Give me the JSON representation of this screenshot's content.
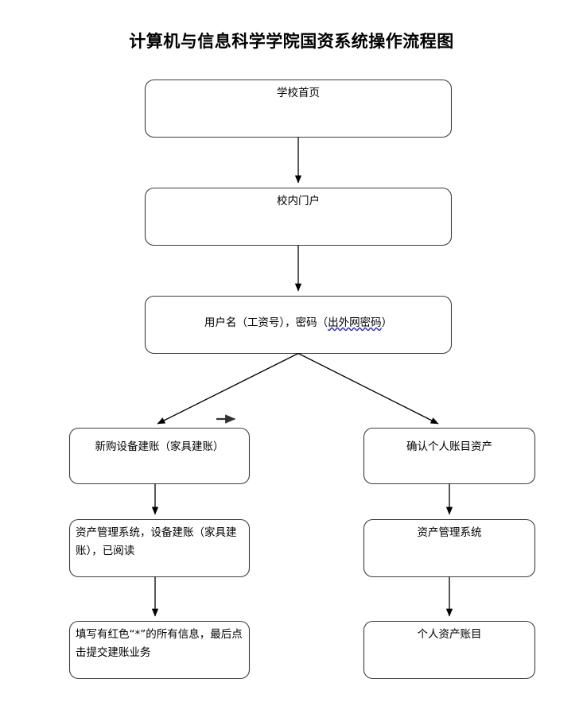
{
  "document": {
    "title": "计算机与信息科学学院国资系统操作流程图"
  },
  "flowchart": {
    "type": "flowchart",
    "nodes": [
      {
        "id": "school-homepage",
        "label": "学校首页",
        "align": "center",
        "column": "main"
      },
      {
        "id": "campus-portal",
        "label": "校内门户",
        "align": "center",
        "column": "main"
      },
      {
        "id": "login-credentials",
        "label_prefix": "用户名（工资号），密码（",
        "label_marked": "出外网密码",
        "label_suffix": "）",
        "align": "center",
        "column": "main",
        "marked_style": "blue-wavy-underline"
      },
      {
        "id": "new-equipment-account",
        "label": "新购设备建账（家具建账）",
        "align": "center",
        "column": "left"
      },
      {
        "id": "confirm-personal-assets",
        "label": "确认个人账目资产",
        "align": "center",
        "column": "right"
      },
      {
        "id": "asset-system-equipment",
        "label": "资产管理系统，设备建账（家具建账），已阅读",
        "align": "left",
        "column": "left"
      },
      {
        "id": "asset-system",
        "label": "资产管理系统",
        "align": "center",
        "column": "right"
      },
      {
        "id": "fill-required-fields",
        "label": "填写有红色“*”的所有信息，最后点击提交建账业务",
        "align": "left",
        "column": "left"
      },
      {
        "id": "personal-asset-ledger",
        "label": "个人资产账目",
        "align": "center",
        "column": "right"
      }
    ],
    "edges": [
      {
        "from": "school-homepage",
        "to": "campus-portal",
        "kind": "vertical-arrow"
      },
      {
        "from": "campus-portal",
        "to": "login-credentials",
        "kind": "vertical-arrow"
      },
      {
        "from": "login-credentials",
        "to": "new-equipment-account",
        "kind": "diagonal-arrow"
      },
      {
        "from": "login-credentials",
        "to": "confirm-personal-assets",
        "kind": "diagonal-arrow"
      },
      {
        "from": "new-equipment-account",
        "to": "asset-system-equipment",
        "kind": "vertical-arrow"
      },
      {
        "from": "confirm-personal-assets",
        "to": "asset-system",
        "kind": "vertical-arrow"
      },
      {
        "from": "asset-system-equipment",
        "to": "fill-required-fields",
        "kind": "vertical-arrow"
      },
      {
        "from": "asset-system",
        "to": "personal-asset-ledger",
        "kind": "vertical-arrow"
      }
    ],
    "stray_marks": [
      {
        "id": "stray-right-arrow",
        "kind": "horizontal-arrow"
      }
    ]
  },
  "colors": {
    "page_background": "#ffffff",
    "box_stroke": "#3d3d3d",
    "connector": "#000000",
    "text": "#000000",
    "spellcheck_underline": "#2020d0"
  }
}
